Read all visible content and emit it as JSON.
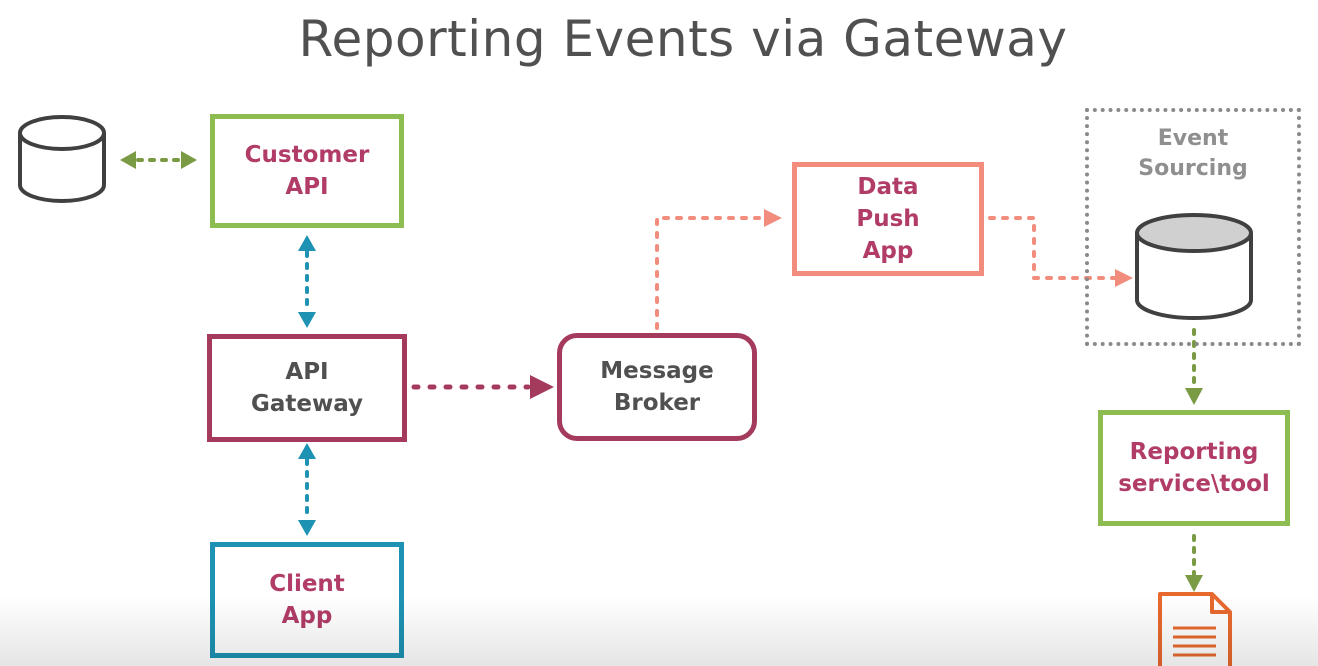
{
  "slide": {
    "title": "Reporting Events via Gateway"
  },
  "nodes": {
    "customer_api": [
      "Customer",
      "API"
    ],
    "api_gateway": [
      "API",
      "Gateway"
    ],
    "client_app": [
      "Client",
      "App"
    ],
    "message_broker": [
      "Message",
      "Broker"
    ],
    "data_push_app": [
      "Data",
      "Push",
      "App"
    ],
    "event_sourcing": [
      "Event",
      "Sourcing"
    ],
    "reporting_tool": [
      "Reporting",
      "service\\tool"
    ]
  },
  "colors": {
    "green": "#8dbd50",
    "green_arrow": "#7a9a44",
    "maroon": "#a43b5c",
    "label_magenta": "#b13c68",
    "label_gray": "#505050",
    "blue": "#1d92b3",
    "salmon": "#f28d7e",
    "orange_doc": "#e8692e",
    "cylinder_stroke": "#404040",
    "cylinder_fill": "#d0d0d0",
    "frame_gray": "#8a8a8a"
  },
  "icons": {
    "database": "database-icon",
    "document": "document-icon"
  }
}
